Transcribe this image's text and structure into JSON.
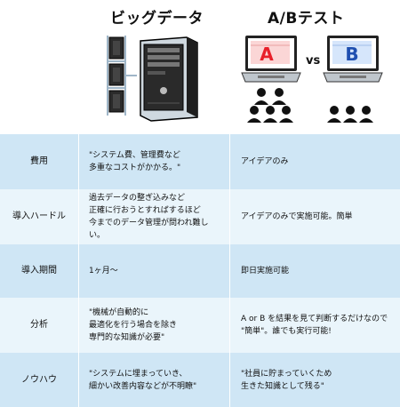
{
  "header": {
    "bigdata_title": "ビッグデータ",
    "ab_title": "A/Bテスト",
    "vs_text": "vs",
    "screen_a": "A",
    "screen_b": "B"
  },
  "rows": [
    {
      "label": "費用",
      "big": "\"システム費、管理費など\n多重なコストがかかる。\"",
      "ab": "アイデアのみ"
    },
    {
      "label": "導入ハードル",
      "big": "過去データの整ぎ込みなど\n正確に行おうとすればするほど\n今までのデータ管理が問われ難しい。",
      "ab": "アイデアのみで実施可能。簡単"
    },
    {
      "label": "導入期間",
      "big": "1ヶ月〜",
      "ab": "即日実施可能"
    },
    {
      "label": "分析",
      "big": "\"機械が自動的に\n最適化を行う場合を除き\n専門的な知識が必要\"",
      "ab": "A or B を結果を見て判断するだけなので\n\"簡単\"。誰でも実行可能!"
    },
    {
      "label": "ノウハウ",
      "big": "\"システムに埋まっていき、\n細かい改善内容などが不明瞭\"",
      "ab": "\"社員に貯まっていくため\n生きた知識として残る\""
    }
  ],
  "colors": {
    "row_dark": "#cfe6f5",
    "row_light": "#eaf5fb",
    "screen_a": "#fbd6d6",
    "screen_b": "#d6e6fb",
    "letter_a": "#e8202a",
    "letter_b": "#1f4fb0"
  }
}
